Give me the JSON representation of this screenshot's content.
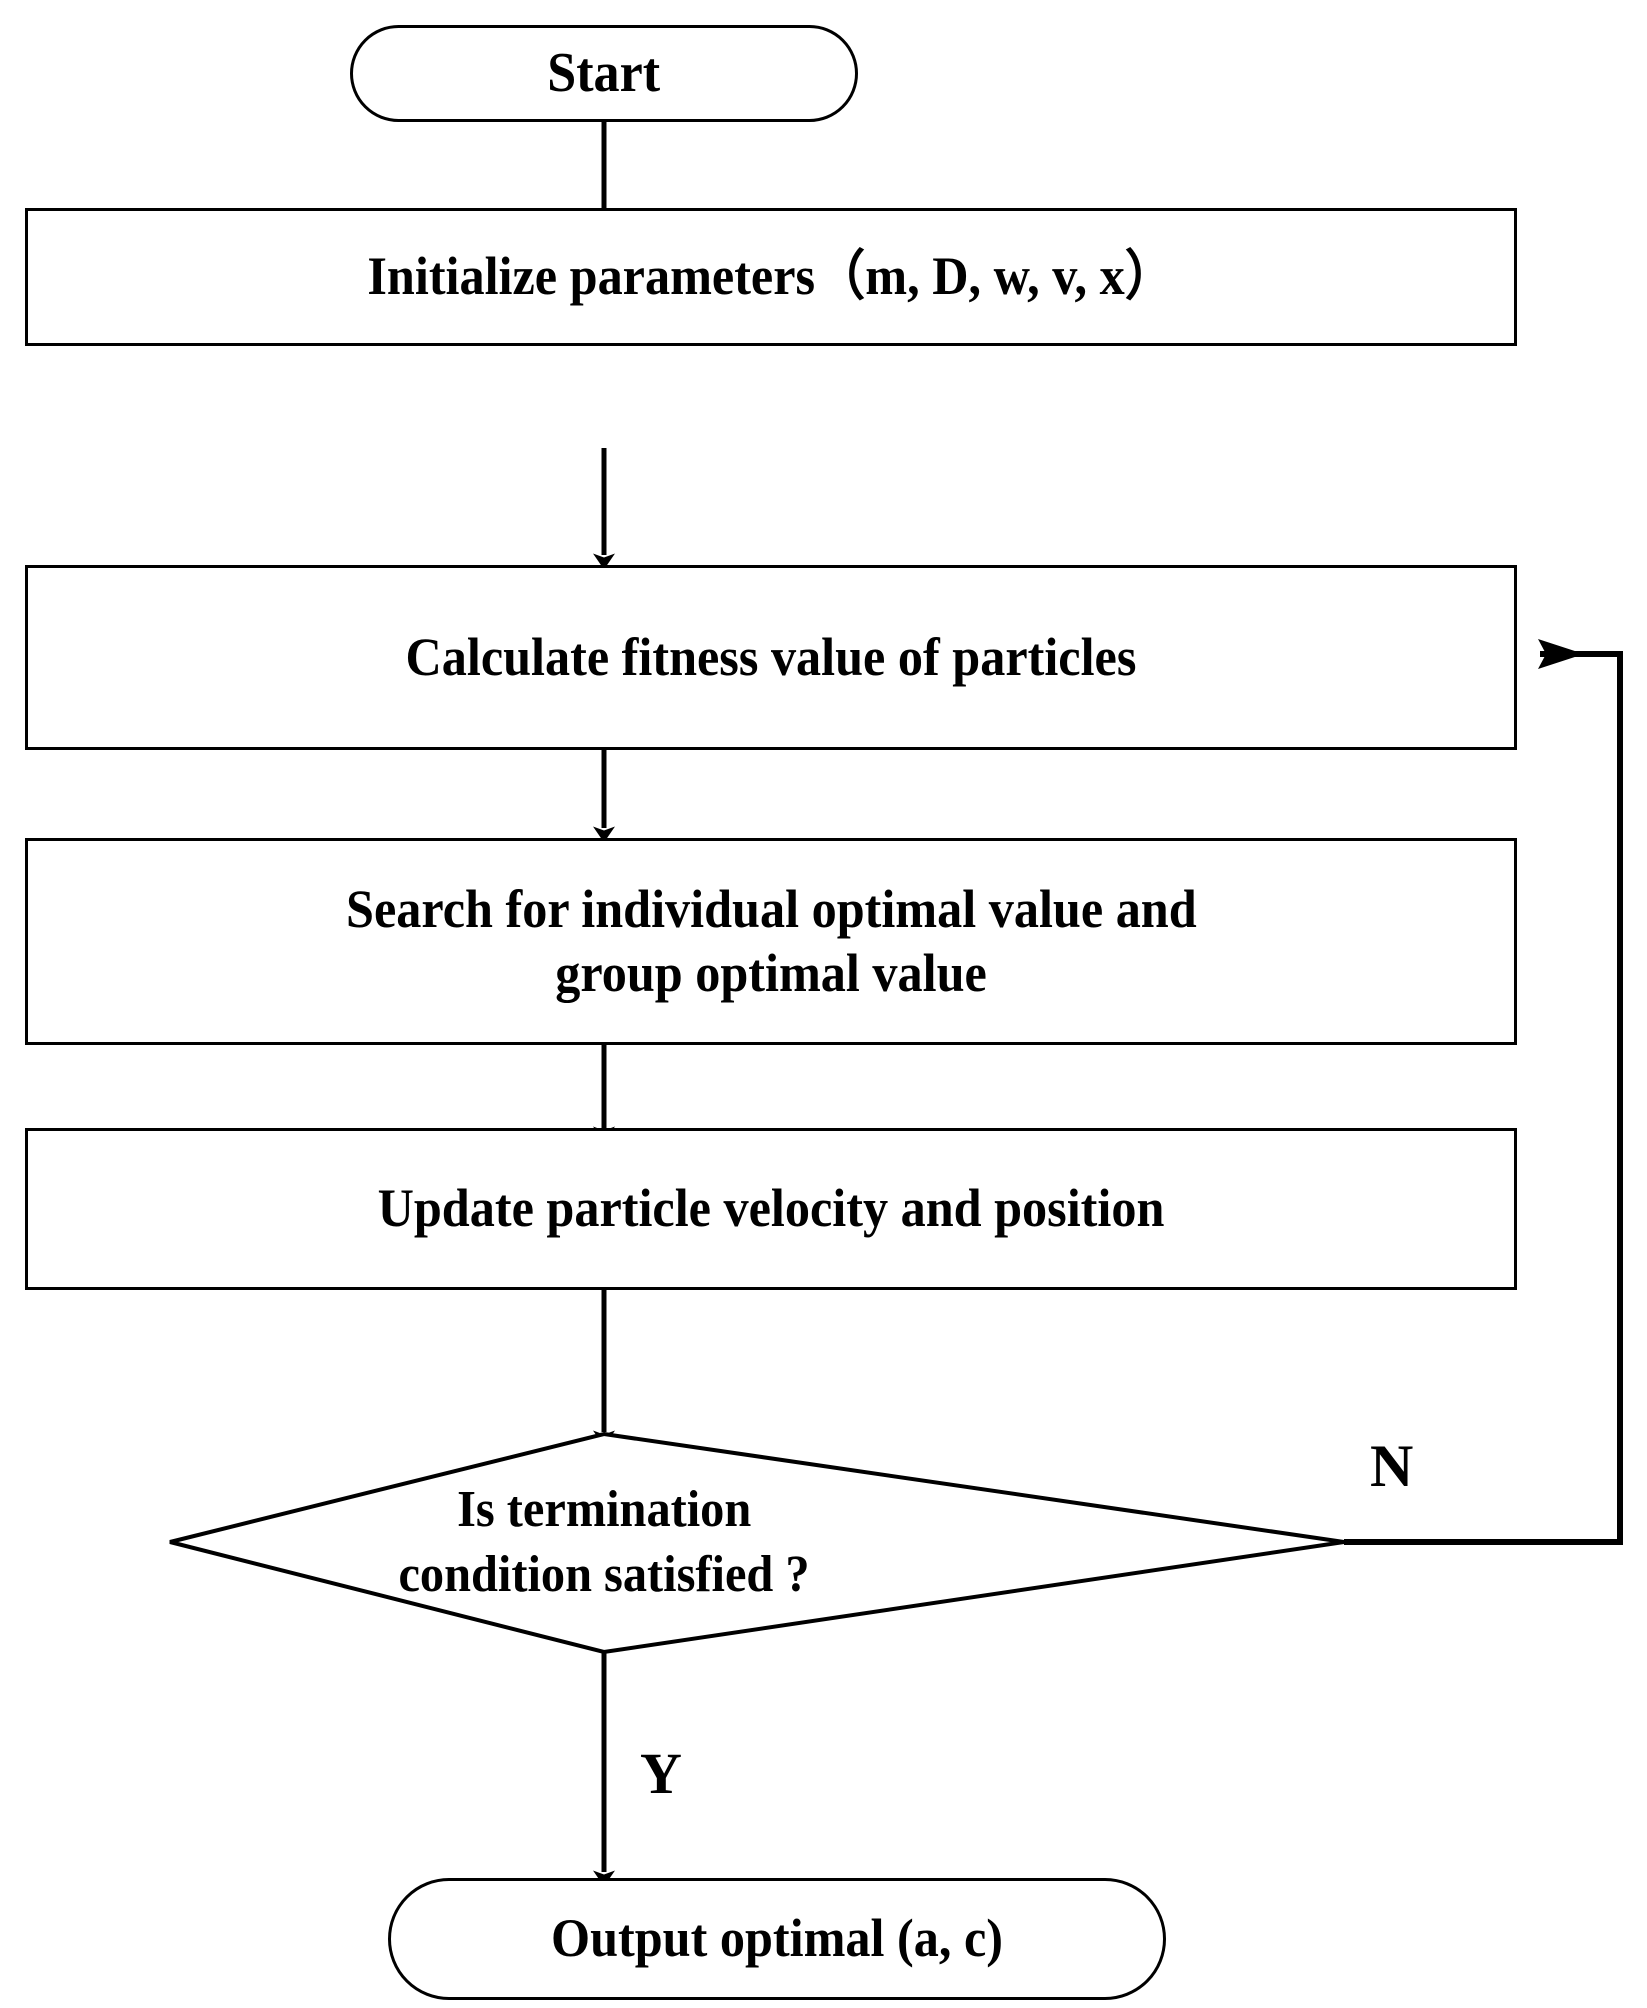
{
  "diagram": {
    "title": "PSO parameter optimization flowchart",
    "type": "flowchart",
    "stroke_color": "#000000",
    "fill_color": "#ffffff",
    "text_color": "#000000"
  },
  "nodes": {
    "start": {
      "label": "Start",
      "shape": "terminator"
    },
    "initialize": {
      "label": "Initialize parameters（m, D, w, v, x）",
      "shape": "process"
    },
    "fitness": {
      "label": "Calculate fitness value of particles",
      "shape": "process"
    },
    "search": {
      "line1": "Search for individual optimal value and",
      "line2": "group optimal value",
      "shape": "process"
    },
    "update": {
      "label": "Update particle velocity and position",
      "shape": "process"
    },
    "decision": {
      "line1": "Is termination",
      "line2": "condition satisfied ?",
      "shape": "diamond"
    },
    "output": {
      "label": "Output optimal (a,  c)",
      "shape": "terminator"
    }
  },
  "edges": [
    {
      "from": "start",
      "to": "initialize",
      "label": ""
    },
    {
      "from": "initialize",
      "to": "fitness",
      "label": ""
    },
    {
      "from": "fitness",
      "to": "search",
      "label": ""
    },
    {
      "from": "search",
      "to": "update",
      "label": ""
    },
    {
      "from": "update",
      "to": "decision",
      "label": ""
    },
    {
      "from": "decision",
      "to": "output",
      "label": "Y"
    },
    {
      "from": "decision",
      "to": "fitness",
      "label": "N"
    }
  ],
  "edge_labels": {
    "no": "N",
    "yes": "Y"
  }
}
